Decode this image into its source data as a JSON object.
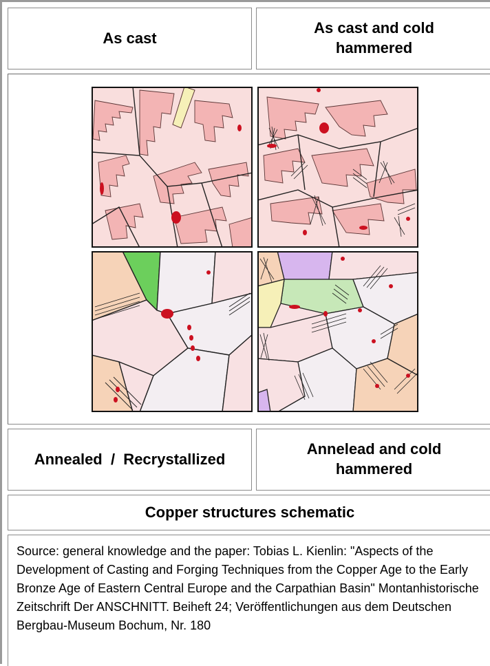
{
  "labels": {
    "as_cast": "As cast",
    "as_cast_cold_hammered": "As cast and cold hammered",
    "annealed": "Annealed  /  Recrystallized",
    "annealed_cold_hammered": "Annelead and cold hammered",
    "caption": "Copper structures schematic",
    "source": "Source: general knowledge and the paper: Tobias L. Kienlin: \"Aspects of the Development of Casting and Forging Techniques from the Copper Age to the Early Bronze Age of Eastern Central Europe and the Carpathian Basin\" Montanhistorische Zeitschrift Der ANSCHNITT. Beiheft 24; Veröffentlichungen aus dem Deutschen Bergbau-Museum Bochum, Nr. 180"
  },
  "colors": {
    "dendrite_bg": "#f9dedd",
    "dendrite": "#f3b4b4",
    "inclusion": "#cc1020",
    "grain_pink": "#f8e1e3",
    "grain_light": "#f3eef2",
    "grain_peach": "#f6d3b8",
    "grain_green": "#6ccf5c",
    "grain_lightgreen": "#c7e8b8",
    "grain_purple": "#d7b6ee",
    "grain_yellow": "#f6f0b8",
    "boundary": "#222222"
  }
}
